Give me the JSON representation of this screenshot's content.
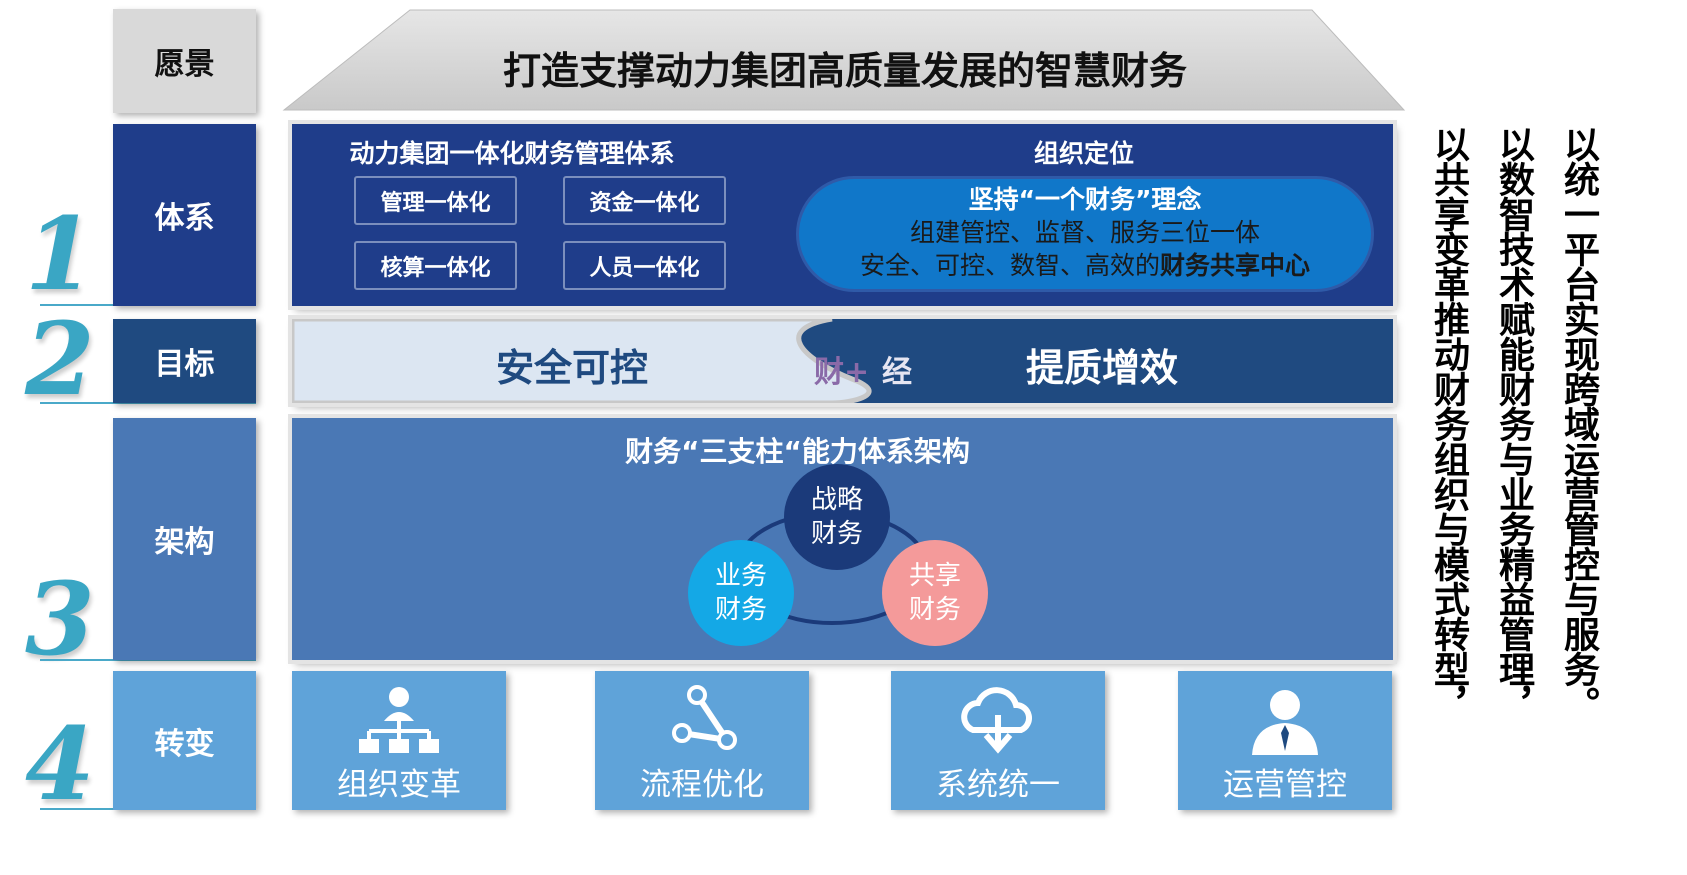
{
  "vision": {
    "label": "愿景",
    "title": "打造支撑动力集团高质量发展的智慧财务"
  },
  "rows": {
    "system": {
      "number": "1",
      "label": "体系"
    },
    "goal": {
      "number": "2",
      "label": "目标"
    },
    "architecture": {
      "number": "3",
      "label": "架构"
    },
    "transform": {
      "number": "4",
      "label": "转变"
    }
  },
  "system_panel": {
    "left_title": "动力集团一体化财务管理体系",
    "items": [
      "管理一体化",
      "资金一体化",
      "核算一体化",
      "人员一体化"
    ],
    "right_title": "组织定位",
    "oval": {
      "line1": "坚持“一个财务”理念",
      "line2": "组建管控、监督、服务三位一体",
      "line3_plain": "安全、可控、数智、高效的",
      "line3_bold": "财务共享中心"
    }
  },
  "goal_panel": {
    "left": "安全可控",
    "mid_a": "财+",
    "mid_b": "经",
    "right": "提质增效"
  },
  "arch_panel": {
    "title": "财务“三支柱“能力体系架构",
    "circles": [
      {
        "label": "战略财务",
        "color": "#1b3a7a"
      },
      {
        "label": "业务财务",
        "color": "#14a8e6"
      },
      {
        "label": "共享财务",
        "color": "#f49a9a"
      }
    ]
  },
  "cards": [
    {
      "label": "组织变革",
      "icon": "org-chart-icon"
    },
    {
      "label": "流程优化",
      "icon": "share-nodes-icon"
    },
    {
      "label": "系统统一",
      "icon": "cloud-download-icon"
    },
    {
      "label": "运营管控",
      "icon": "manager-icon"
    }
  ],
  "side_text": [
    "以共享变革推动财务组织与模式转型，",
    "以数智技术赋能财务与业务精益管理，",
    "以统一平台实现跨域运营管控与服务。"
  ]
}
